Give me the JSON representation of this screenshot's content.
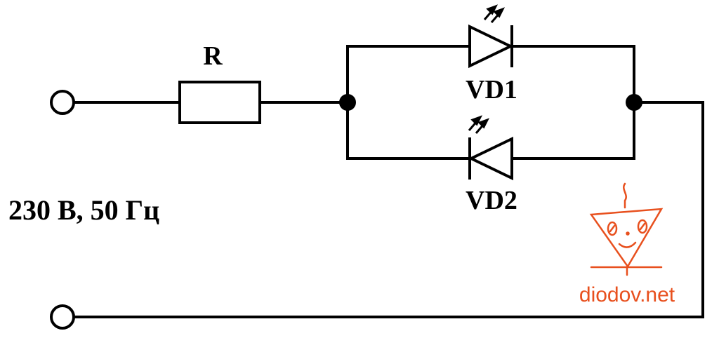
{
  "diagram": {
    "labels": {
      "resistor": "R",
      "diode_top": "VD1",
      "diode_bottom": "VD2",
      "supply": "230 В, 50 Гц"
    },
    "watermark": {
      "text": "diodov.net",
      "color": "#e8501e"
    },
    "colors": {
      "wire": "#000000",
      "background": "#ffffff"
    }
  }
}
